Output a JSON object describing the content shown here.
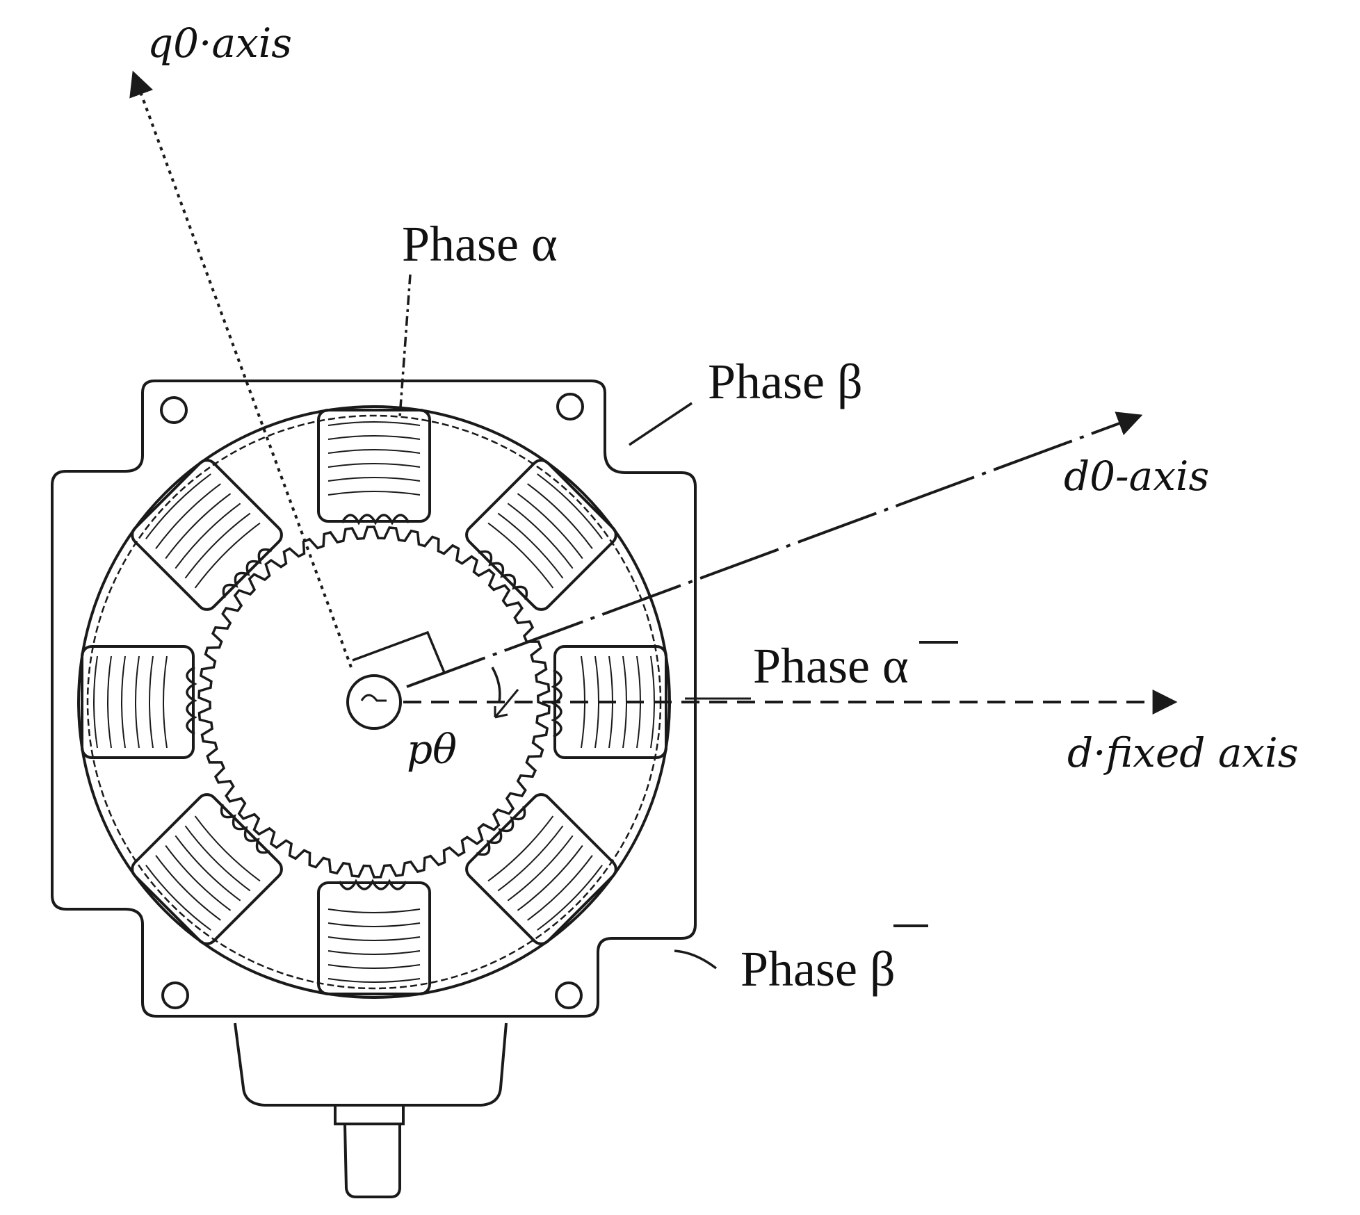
{
  "labels": {
    "q0_axis": "q0·axis",
    "d0_axis": "d0-axis",
    "d_fixed_axis": "d·fixed axis",
    "angle": "pθ",
    "phase_alpha": "Phase α",
    "phase_beta": "Phase β",
    "phase_alpha_bar": "Phase α",
    "phase_beta_bar": "Phase β"
  },
  "colors": {
    "ink": "#1a1a1a",
    "background": "#ffffff"
  }
}
